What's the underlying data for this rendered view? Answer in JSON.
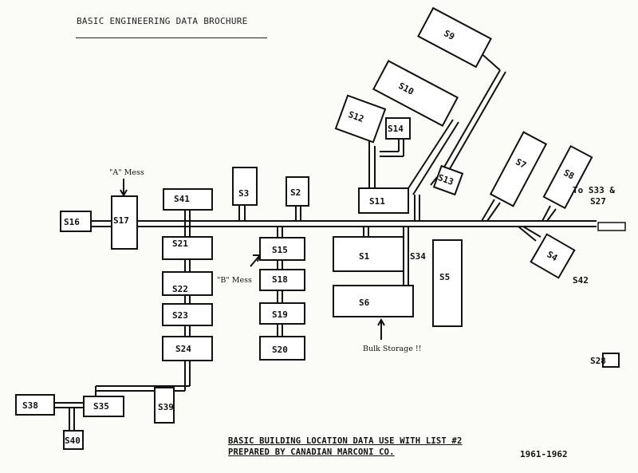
{
  "header": {
    "title": "BASIC ENGINEERING  DATA BROCHURE"
  },
  "buildings": {
    "s1": "S1",
    "s2": "S2",
    "s3": "S3",
    "s4": "S4",
    "s5": "S5",
    "s6": "S6",
    "s7": "S7",
    "s8": "S8",
    "s9": "S9",
    "s10": "S10",
    "s11": "S11",
    "s12": "S12",
    "s13": "S13",
    "s14": "S14",
    "s15": "S15",
    "s16": "S16",
    "s17": "S17",
    "s18": "S18",
    "s19": "S19",
    "s20": "S20",
    "s21": "S21",
    "s22": "S22",
    "s23": "S23",
    "s24": "S24",
    "s28": "S28",
    "s34": "S34",
    "s35": "S35",
    "s38": "S38",
    "s39": "S39",
    "s40": "S40",
    "s41": "S41",
    "s42": "S42"
  },
  "annotations": {
    "a_mess": "\"A\" Mess",
    "b_mess": "\"B\" Mess",
    "bulk_storage": "Bulk Storage !!",
    "to_s33": "To S33 &",
    "to_s27": "S27"
  },
  "caption": {
    "line1": "BASIC BUILDING LOCATION DATA USE WITH LIST #2",
    "line2": "PREPARED BY CANADIAN MARCONI CO.",
    "year": "1961-1962"
  }
}
